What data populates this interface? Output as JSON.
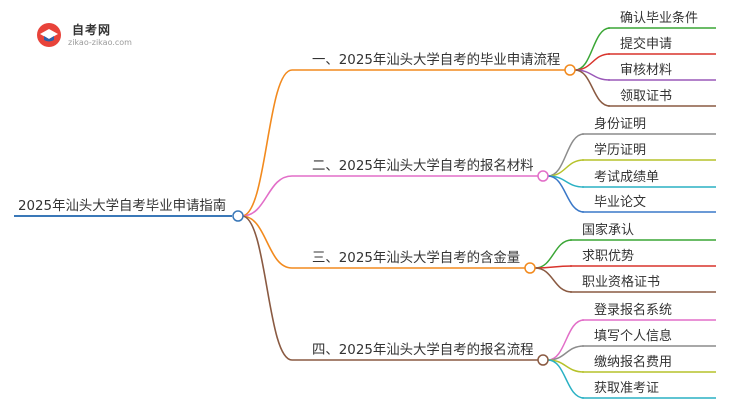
{
  "logo": {
    "title": "自考网",
    "subtitle": "zikao-zikao.com"
  },
  "root": {
    "label": "2025年汕头大学自考毕业申请指南",
    "color": "#3a78b8"
  },
  "branches": [
    {
      "label": "一、2025年汕头大学自考的毕业申请流程",
      "color": "#f28a1e",
      "children": [
        {
          "label": "确认毕业条件",
          "color": "#3aa635"
        },
        {
          "label": "提交申请",
          "color": "#d8342c"
        },
        {
          "label": "审核材料",
          "color": "#9a58b8"
        },
        {
          "label": "领取证书",
          "color": "#8a5a42"
        }
      ]
    },
    {
      "label": "二、2025年汕头大学自考的报名材料",
      "color": "#e26ec8",
      "children": [
        {
          "label": "身份证明",
          "color": "#8c8c8c"
        },
        {
          "label": "学历证明",
          "color": "#b6c22a"
        },
        {
          "label": "考试成绩单",
          "color": "#2ab1c4"
        },
        {
          "label": "毕业论文",
          "color": "#3a78c8"
        }
      ]
    },
    {
      "label": "三、2025年汕头大学自考的含金量",
      "color": "#f28a1e",
      "children": [
        {
          "label": "国家承认",
          "color": "#3aa635"
        },
        {
          "label": "求职优势",
          "color": "#d8342c"
        },
        {
          "label": "职业资格证书",
          "color": "#8a5a42"
        }
      ]
    },
    {
      "label": "四、2025年汕头大学自考的报名流程",
      "color": "#8a5a42",
      "children": [
        {
          "label": "登录报名系统",
          "color": "#e26ec8"
        },
        {
          "label": "填写个人信息",
          "color": "#8c8c8c"
        },
        {
          "label": "缴纳报名费用",
          "color": "#b6c22a"
        },
        {
          "label": "获取准考证",
          "color": "#2ab1c4"
        }
      ]
    }
  ]
}
